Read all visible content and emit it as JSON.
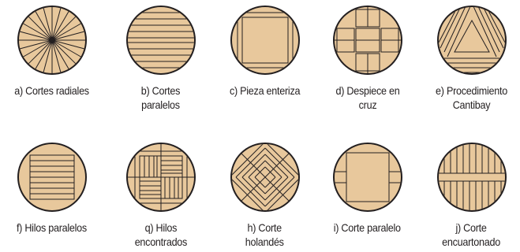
{
  "colors": {
    "wood": "#e8c89c",
    "line": "#231f20",
    "text": "#231f20"
  },
  "items": [
    {
      "id": "a",
      "label": "a) Cortes radiales"
    },
    {
      "id": "b",
      "label": "b) Cortes\nparalelos"
    },
    {
      "id": "c",
      "label": "c) Pieza enteriza"
    },
    {
      "id": "d",
      "label": "d) Despiece en\ncruz"
    },
    {
      "id": "e",
      "label": "e) Procedimiento\nCantibay"
    },
    {
      "id": "f",
      "label": "f) Hilos paralelos"
    },
    {
      "id": "g",
      "label": "q) Hilos\nencontrados"
    },
    {
      "id": "h",
      "label": "h) Corte\nholandés"
    },
    {
      "id": "i",
      "label": "i) Corte paralelo"
    },
    {
      "id": "j",
      "label": "j) Corte\nencuartonado"
    }
  ]
}
